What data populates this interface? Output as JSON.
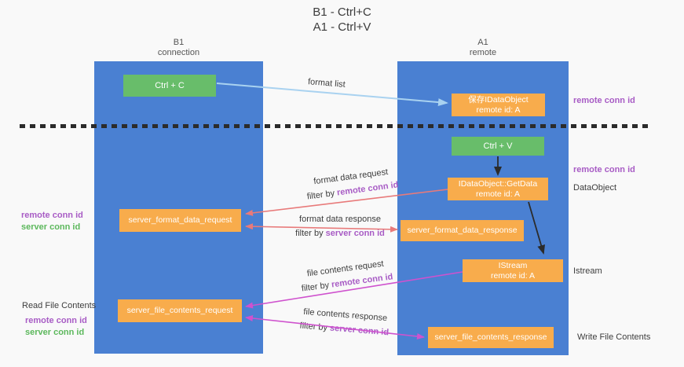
{
  "title": {
    "line1": "B1 - Ctrl+C",
    "line2": "A1 - Ctrl+V"
  },
  "lifelines": {
    "left": {
      "name": "B1",
      "role": "connection"
    },
    "right": {
      "name": "A1",
      "role": "remote"
    }
  },
  "nodes": {
    "ctrl_c": {
      "label": "Ctrl + C"
    },
    "ctrl_v": {
      "label": "Ctrl + V"
    },
    "save_dataobject": {
      "line1": "保存IDataObject",
      "line2": "remote id: A"
    },
    "getdata": {
      "line1": "IDataObject::GetData",
      "line2": "remote id: A"
    },
    "istream": {
      "line1": "IStream",
      "line2": "remote id: A"
    },
    "server_format_data_request": {
      "label": "server_format_data_request"
    },
    "server_format_data_response": {
      "label": "server_format_data_response"
    },
    "server_file_contents_request": {
      "label": "server_file_contents_request"
    },
    "server_file_contents_response": {
      "label": "server_file_contents_response"
    }
  },
  "arrow_labels": {
    "format_list": "format list",
    "format_data_request": {
      "line1": "format data request",
      "prefix": "filter by ",
      "highlight": "remote conn id"
    },
    "format_data_response": {
      "line1": "format data response",
      "prefix": "filter by ",
      "highlight": "server conn id"
    },
    "file_contents_request": {
      "line1": "file contents request",
      "prefix": "filter by ",
      "highlight": "remote conn id"
    },
    "file_contents_response": {
      "line1": "file contents response",
      "prefix": "filter by ",
      "highlight": "server conn id"
    }
  },
  "side_labels": {
    "right_top_conn_id": "remote conn id",
    "right_mid_conn_id": "remote conn id",
    "dataobject": "DataObject",
    "istream": "Istream",
    "write_file_contents": "Write File Contents",
    "left_format_remote": "remote conn id",
    "left_format_server": "server conn id",
    "read_file_contents": "Read File Contents",
    "left_file_remote": "remote conn id",
    "left_file_server": "server conn id"
  },
  "colors": {
    "background": "#f9f9f9",
    "column_blue": "#4a80d2",
    "box_green": "#68bd6a",
    "box_orange": "#f8ac4c",
    "label_purple": "#a85cc5",
    "label_green": "#5cb85c",
    "arrow_lightblue": "#a9d2f0",
    "arrow_red": "#e87a7a",
    "arrow_magenta": "#cf52ce",
    "arrow_black": "#2b2b2b",
    "text_dark": "#3d3d3d"
  }
}
